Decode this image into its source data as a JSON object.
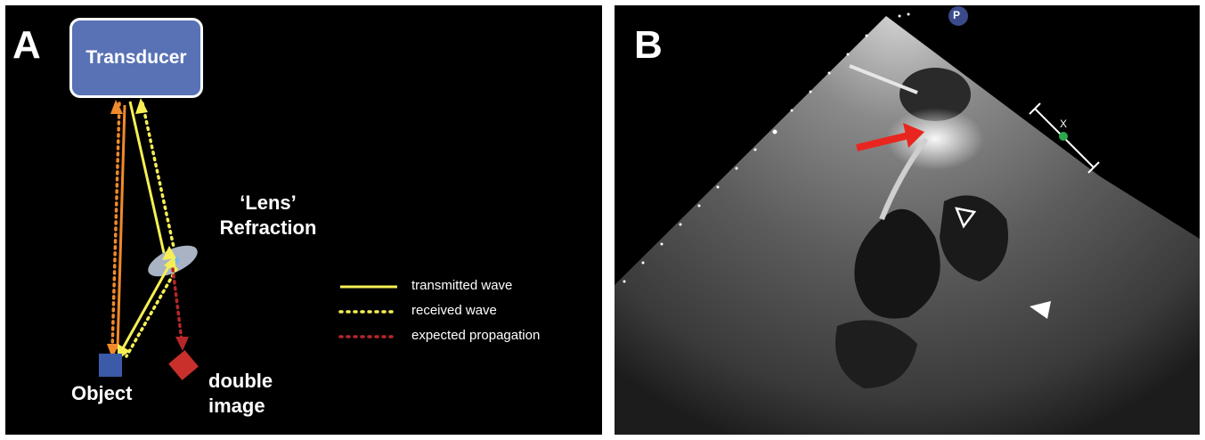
{
  "panel_a": {
    "letter": "A",
    "transducer_label": "Transducer",
    "lens_label_line1": "‘Lens’",
    "lens_label_line2": "Refraction",
    "object_label": "Object",
    "double_image_line1": "double",
    "double_image_line2": "image",
    "legend": [
      {
        "label": "transmitted wave",
        "style": "solid",
        "color": "#f5ef55"
      },
      {
        "label": "received wave",
        "style": "dotted",
        "color": "#f5ef55"
      },
      {
        "label": "expected propagation",
        "style": "dotted",
        "color": "#b5272a"
      }
    ],
    "colors": {
      "transducer_fill": "#5872b5",
      "object_fill": "#3b5aa8",
      "double_image_fill": "#c9302c",
      "orange_path": "#f08a2a",
      "yellow_path": "#f5ef55",
      "lens_fill": "#aab3c4"
    }
  },
  "panel_b": {
    "letter": "B",
    "marker_label": "P",
    "scale_label": "X",
    "colors": {
      "arrow": "#e8261f",
      "marker": "#3a4a8a",
      "scale_dot": "#2aa84a"
    }
  }
}
